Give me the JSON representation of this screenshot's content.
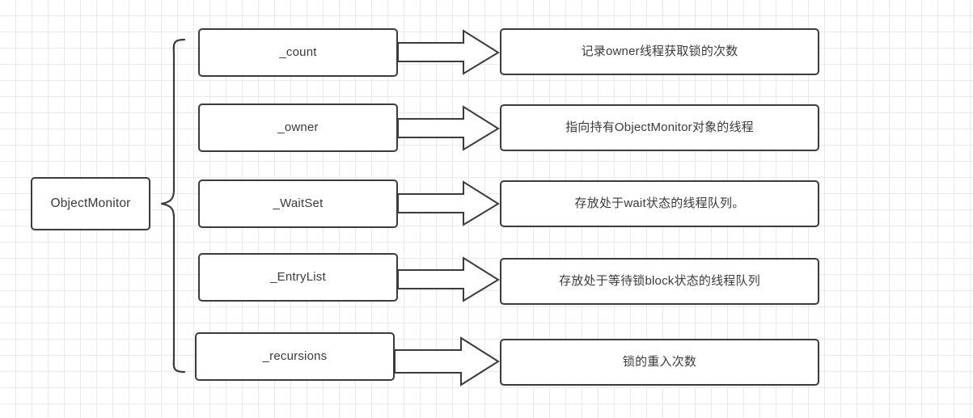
{
  "diagram": {
    "title_node": {
      "label": "ObjectMonitor"
    },
    "rows": [
      {
        "field": "_count",
        "description": "记录owner线程获取锁的次数"
      },
      {
        "field": "_owner",
        "description": "指向持有ObjectMonitor对象的线程"
      },
      {
        "field": "_WaitSet",
        "description": "存放处于wait状态的线程队列。"
      },
      {
        "field": "_EntryList",
        "description": "存放处于等待锁block状态的线程队列"
      },
      {
        "field": "_recursions",
        "description": "锁的重入次数"
      }
    ],
    "colors": {
      "node_border": "#3b3b3b",
      "node_fill": "#ffffff",
      "text": "#3a3a3a",
      "connector": "#3b3b3b",
      "grid_minor": "#e9e9e9",
      "grid_major": "#dcdcdc",
      "canvas": "#ffffff"
    },
    "connector_icons": {
      "brace": "left-curly-brace",
      "arrow": "block-arrow-right"
    }
  }
}
